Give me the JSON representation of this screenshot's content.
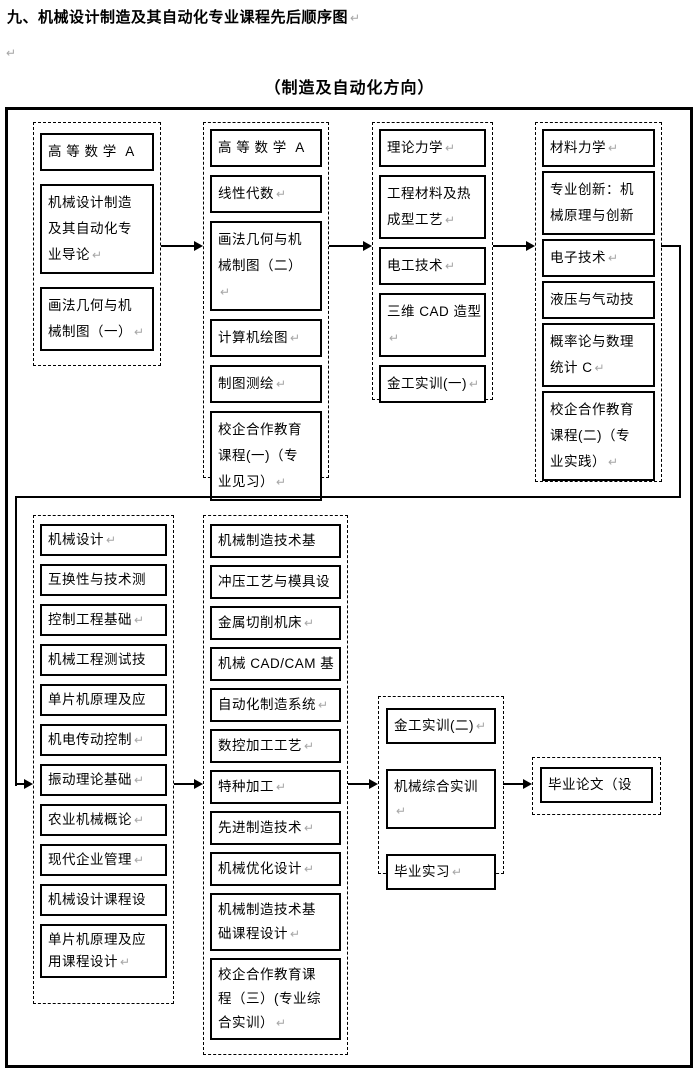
{
  "page": {
    "heading": "九、机械设计制造及其自动化专业课程先后顺序图",
    "subtitle": "（制造及自动化方向）",
    "return_mark": "↵"
  },
  "groups": [
    {
      "id": "stage-1",
      "boxes": [
        {
          "text": "高 等 数 学  A",
          "mark": false
        },
        {
          "text": "机械设计制造\n及其自动化专\n业导论",
          "mark": true
        },
        {
          "text": "画法几何与机\n械制图（一）",
          "mark": true
        }
      ]
    },
    {
      "id": "stage-2",
      "boxes": [
        {
          "text": "高 等 数 学  A",
          "mark": false
        },
        {
          "text": "线性代数",
          "mark": true
        },
        {
          "text": "画法几何与机\n械制图（二）",
          "mark": true
        },
        {
          "text": "计算机绘图",
          "mark": true
        },
        {
          "text": "制图测绘",
          "mark": true
        },
        {
          "text": "校企合作教育\n课程(一)（专\n业见习）",
          "mark": true
        }
      ]
    },
    {
      "id": "stage-3",
      "boxes": [
        {
          "text": "理论力学",
          "mark": true
        },
        {
          "text": "工程材料及热\n成型工艺",
          "mark": true
        },
        {
          "text": "电工技术",
          "mark": true
        },
        {
          "text": "三维 CAD 造型",
          "mark": true
        },
        {
          "text": "金工实训(一)",
          "mark": true
        }
      ]
    },
    {
      "id": "stage-4",
      "boxes": [
        {
          "text": "材料力学",
          "mark": true
        },
        {
          "text": "专业创新：机\n械原理与创新",
          "mark": false
        },
        {
          "text": "电子技术",
          "mark": true
        },
        {
          "text": "液压与气动技",
          "mark": false
        },
        {
          "text": "概率论与数理\n统计 C",
          "mark": true
        },
        {
          "text": "校企合作教育\n课程(二)（专\n业实践）",
          "mark": true
        }
      ]
    },
    {
      "id": "stage-5",
      "boxes": [
        {
          "text": "机械设计",
          "mark": true
        },
        {
          "text": "互换性与技术测",
          "mark": false
        },
        {
          "text": "控制工程基础",
          "mark": true
        },
        {
          "text": "机械工程测试技",
          "mark": false
        },
        {
          "text": "单片机原理及应",
          "mark": false
        },
        {
          "text": "机电传动控制",
          "mark": true
        },
        {
          "text": "振动理论基础",
          "mark": true
        },
        {
          "text": "农业机械概论",
          "mark": true
        },
        {
          "text": "现代企业管理",
          "mark": true
        },
        {
          "text": "机械设计课程设",
          "mark": false
        },
        {
          "text": "单片机原理及应\n用课程设计",
          "mark": true
        }
      ]
    },
    {
      "id": "stage-6",
      "boxes": [
        {
          "text": "机械制造技术基",
          "mark": false
        },
        {
          "text": "冲压工艺与模具设",
          "mark": false
        },
        {
          "text": "金属切削机床",
          "mark": true
        },
        {
          "text": "机械 CAD/CAM 基",
          "mark": false
        },
        {
          "text": "自动化制造系统",
          "mark": true
        },
        {
          "text": "数控加工工艺",
          "mark": true
        },
        {
          "text": "特种加工",
          "mark": true
        },
        {
          "text": "先进制造技术",
          "mark": true
        },
        {
          "text": "机械优化设计",
          "mark": true
        },
        {
          "text": "机械制造技术基\n础课程设计",
          "mark": true
        },
        {
          "text": "校企合作教育课\n程（三）(专业综\n合实训）",
          "mark": true
        }
      ]
    },
    {
      "id": "stage-7",
      "boxes": [
        {
          "text": "金工实训(二)",
          "mark": true
        },
        {
          "text": "机械综合实训",
          "mark": true
        },
        {
          "text": "毕业实习",
          "mark": true
        }
      ]
    },
    {
      "id": "stage-8",
      "boxes": [
        {
          "text": "毕业论文（设",
          "mark": false
        }
      ]
    }
  ]
}
